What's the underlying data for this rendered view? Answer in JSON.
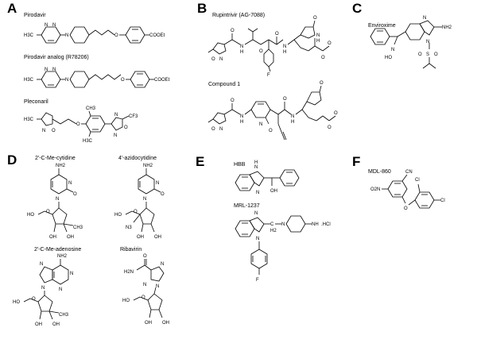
{
  "panels": {
    "A": {
      "letter": "A",
      "compounds": [
        {
          "name": "Pirodavir",
          "groups": {
            "methyl": "H3C",
            "ester": "COOEt",
            "n1": "N",
            "n2": "N",
            "n3": "N",
            "o": "O"
          }
        },
        {
          "name": "Pirodavir analog (R78206)",
          "groups": {
            "methyl": "H3C",
            "ester": "COOEt",
            "n1": "N",
            "n2": "N",
            "n3": "N",
            "o": "O"
          }
        },
        {
          "name": "Pleconaril",
          "groups": {
            "methyl": "H3C",
            "n_iso": "N",
            "o_iso": "O",
            "o_ether": "O",
            "me_top": "CH3",
            "me_bot": "H3C",
            "cf3": "CF3",
            "n_ox1": "N",
            "n_ox2": "N",
            "o_ox": "O"
          }
        }
      ]
    },
    "B": {
      "letter": "B",
      "compounds": [
        {
          "name": "Rupintrivir (AG-7088)",
          "groups": {
            "o_iso": "O",
            "n_iso": "N",
            "nh1": "N",
            "h1": "H",
            "nh2": "N",
            "h2": "H",
            "nh3": "N",
            "h3": "H",
            "o_lac": "O",
            "o1": "O",
            "o2": "O",
            "o3": "O",
            "o4": "O",
            "f": "F",
            "o5": "O"
          }
        },
        {
          "name": "Compound 1",
          "groups": {
            "o_iso": "O",
            "n_iso": "N",
            "nh1": "N",
            "h1": "H",
            "n_pyr": "N",
            "nh3": "N",
            "h3": "H",
            "o_lac": "O",
            "o1": "O",
            "o2": "O",
            "o3": "O",
            "o4": "O",
            "o5": "O"
          }
        }
      ]
    },
    "C": {
      "letter": "C",
      "compounds": [
        {
          "name": "Enviroxime",
          "groups": {
            "nh2": "NH2",
            "n1": "N",
            "n2": "N",
            "n_ox": "N",
            "ho": "HO",
            "s": "S",
            "o1": "O",
            "o2": "O"
          }
        }
      ]
    },
    "D": {
      "letter": "D",
      "compounds": [
        {
          "name": "2'-C-Me-cytidine",
          "groups": {
            "nh2": "NH2",
            "n1": "N",
            "n2": "N",
            "o_ring": "O",
            "o_c": "O",
            "ho": "HO",
            "oh1": "OH",
            "oh2": "OH",
            "ch3": "CH3"
          }
        },
        {
          "name": "4'-azidocytidine",
          "groups": {
            "nh2": "NH2",
            "n1": "N",
            "n2": "N",
            "o_ring": "O",
            "o_c": "O",
            "ho": "HO",
            "n3": "N3",
            "oh1": "OH",
            "oh2": "OH"
          }
        },
        {
          "name": "2'-C-Me-adenosine",
          "groups": {
            "nh2": "NH2",
            "n1": "N",
            "n2": "N",
            "n3": "N",
            "n4": "N",
            "o_ring": "O",
            "ho": "HO",
            "oh1": "OH",
            "oh2": "OH",
            "ch3": "CH3"
          }
        },
        {
          "name": "Ribavirin",
          "groups": {
            "o_c": "O",
            "h2n": "H2N",
            "n1": "N",
            "n2": "N",
            "n3": "N",
            "o_ring": "O",
            "ho": "HO",
            "oh1": "OH",
            "oh2": "OH"
          }
        }
      ]
    },
    "E": {
      "letter": "E",
      "compounds": [
        {
          "name": "HBB",
          "groups": {
            "nh": "N",
            "h": "H",
            "n": "N",
            "oh": "OH"
          }
        },
        {
          "name": "MRL-1237",
          "groups": {
            "n1": "N",
            "n2": "N",
            "c": "C",
            "h2": "H2",
            "n_pyr": "N",
            "nh": "NH",
            "hcl": ".HCl",
            "f": "F"
          }
        }
      ]
    },
    "F": {
      "letter": "F",
      "compounds": [
        {
          "name": "MDL-860",
          "groups": {
            "no2": "O2N",
            "cn": "CN",
            "cl1": "Cl",
            "cl2": "Cl",
            "o": "O"
          }
        }
      ]
    }
  }
}
